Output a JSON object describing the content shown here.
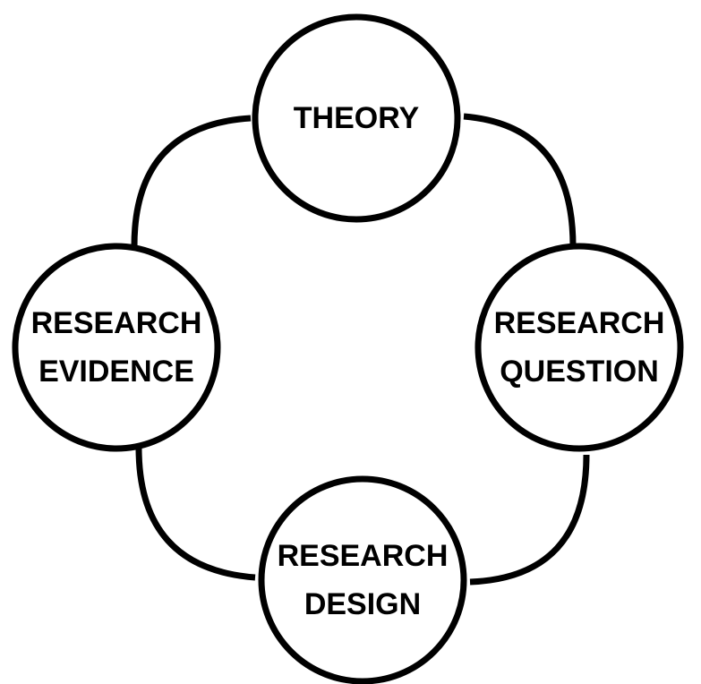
{
  "nodes": [
    {
      "id": "theory",
      "lines": [
        "THEORY"
      ]
    },
    {
      "id": "research-question",
      "lines": [
        "RESEARCH",
        "QUESTION"
      ]
    },
    {
      "id": "research-design",
      "lines": [
        "RESEARCH",
        "DESIGN"
      ]
    },
    {
      "id": "research-evidence",
      "lines": [
        "RESEARCH",
        "EVIDENCE"
      ]
    }
  ],
  "colors": {
    "stroke": "#000000",
    "fill": "#ffffff"
  }
}
